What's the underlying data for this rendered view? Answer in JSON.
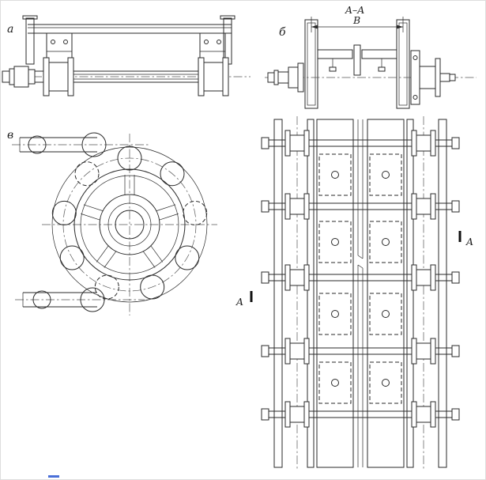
{
  "figure": {
    "labels": {
      "view_a": "а",
      "view_b": "б",
      "view_v": "в",
      "section_title": "A–A",
      "dim_b": "B",
      "section_mark_left": "A",
      "section_mark_right": "A"
    },
    "colors": {
      "line": "#2a2a2a",
      "centerline": "#555555",
      "background": "#ffffff",
      "border": "#dddddd",
      "artifact_blue": "#4a6fd8"
    }
  }
}
